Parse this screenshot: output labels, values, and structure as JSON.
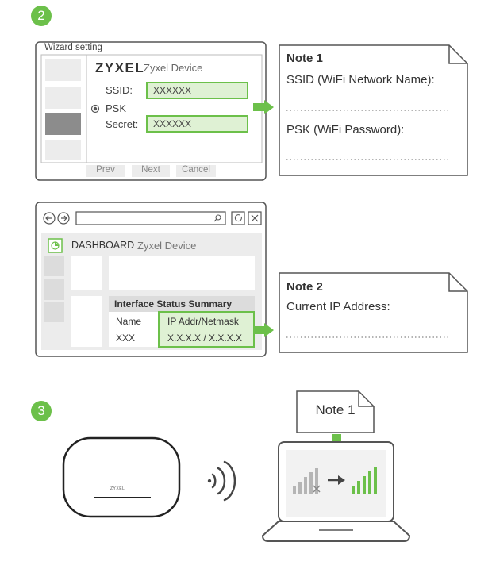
{
  "steps": {
    "two": "2",
    "three": "3"
  },
  "wizard": {
    "title": "Wizard setting",
    "brand": "ZYXEL",
    "device": "Zyxel Device",
    "ssid_label": "SSID:",
    "ssid_value": "XXXXXX",
    "psk_label": "PSK",
    "secret_label": "Secret:",
    "secret_value": "XXXXXX",
    "buttons": {
      "prev": "Prev",
      "next": "Next",
      "cancel": "Cancel"
    }
  },
  "note1": {
    "title": "Note 1",
    "line1": "SSID (WiFi Network Name):",
    "line2": "PSK (WiFi Password):"
  },
  "browser": {
    "dashboard": "DASHBOARD",
    "device": "Zyxel Device",
    "summary_title": "Interface Status Summary",
    "col_name": "Name",
    "col_ip": "IP Addr/Netmask",
    "row_name": "XXX",
    "row_ip": "X.X.X.X / X.X.X.X"
  },
  "note2": {
    "title": "Note 2",
    "line1": "Current IP Address:"
  },
  "step3": {
    "device_label": "ZYXEL",
    "laptop_note": "Note 1"
  },
  "colors": {
    "accent": "#6cc04a",
    "highlight_bg": "#dff1d4",
    "frame": "#555555"
  }
}
